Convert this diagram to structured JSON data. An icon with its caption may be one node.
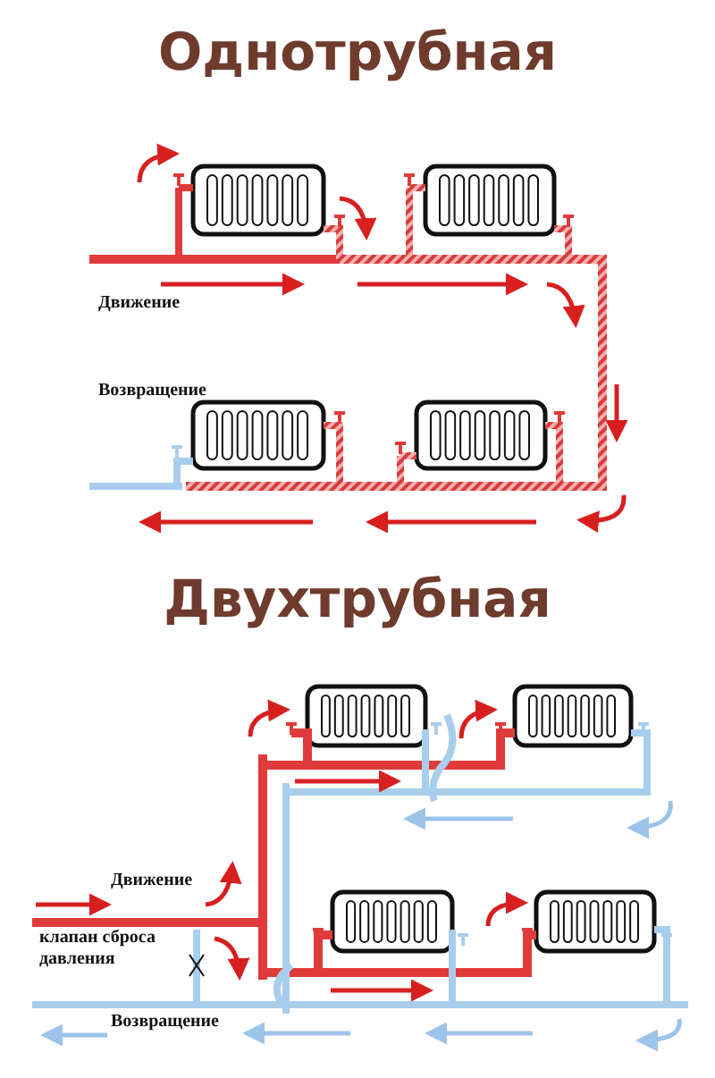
{
  "diagram": {
    "labels": [
      "Однотрубная",
      "Движение",
      "Возвращение",
      "Двухтрубная",
      "Движение",
      "клапан сброса давления",
      "Возвращение"
    ]
  }
}
